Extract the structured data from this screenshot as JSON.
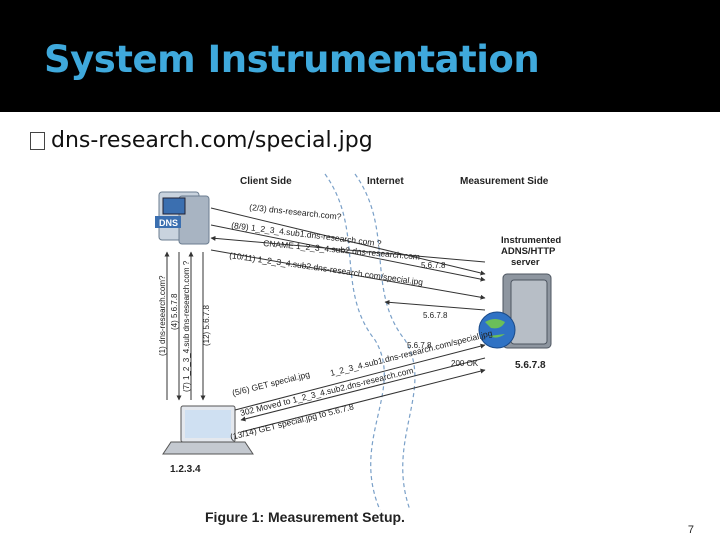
{
  "slide": {
    "title": "System Instrumentation",
    "bullet": "dns-research.com/special.jpg",
    "page_number": "7"
  },
  "diagram": {
    "client_side": "Client Side",
    "internet": "Internet",
    "measurement_side": "Measurement Side",
    "server_label": [
      "Instrumented",
      "ADNS/HTTP",
      "server"
    ],
    "server_ip": "5.6.7.8",
    "client_ip": "1.2.3.4",
    "dns_label": "DNS",
    "figure_caption": "Figure 1:  Measurement Setup.",
    "messages": {
      "m1": "(2/3) dns-research.com?",
      "m2": "(8/9) 1_2_3_4.sub1.dns-research.com ?",
      "m3": "CNAME 1_2_3_4.sub2.dns-research.com",
      "m4": "(10/11) 1_2_3_4.sub2.dns-research.com/special.jpg",
      "m5": "(5/6) GET special.jpg",
      "m6": "1_2_3_4.sub1.dns-research.com/special.jpg",
      "m7": "302 Moved to 1_2_3_4.sub2.dns-research.com",
      "m8": "(13/14) GET special.jpg to 5.6.7.8",
      "ip_a": "5.6.7.8",
      "ip_b": "5.6.7.8",
      "ip_c": "5.6.7.8",
      "ok": "200 OK",
      "v1": "(1) dns-research.com?",
      "v2": "(4) 5.6.7.8",
      "v3": "(7) 1_2_3_4.sub dns-research.com ?",
      "v4": "(12) 5.6.7.8"
    }
  }
}
